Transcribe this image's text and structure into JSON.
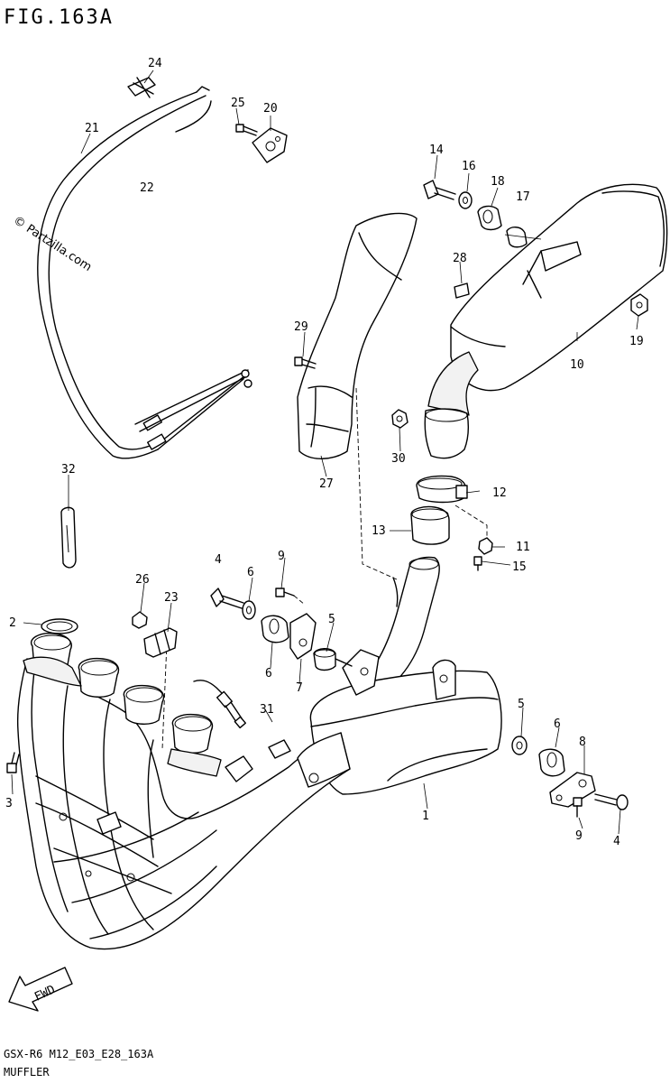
{
  "header": {
    "figure_title": "FIG.163A"
  },
  "watermark": {
    "text": "© Partzilla.com"
  },
  "footer": {
    "model_code": "GSX-R6 M12_E03_E28_163A",
    "section_name": "MUFFLER"
  },
  "callouts": {
    "c1": "1",
    "c2": "2",
    "c3": "3",
    "c4a": "4",
    "c4b": "4",
    "c5a": "5",
    "c5b": "5",
    "c6a": "6",
    "c6b": "6",
    "c6c": "6",
    "c7": "7",
    "c8": "8",
    "c9a": "9",
    "c9b": "9",
    "c10": "10",
    "c11": "11",
    "c12": "12",
    "c13": "13",
    "c14": "14",
    "c15": "15",
    "c16": "16",
    "c17": "17",
    "c18": "18",
    "c19": "19",
    "c20": "20",
    "c21": "21",
    "c22": "22",
    "c23": "23",
    "c24": "24",
    "c25": "25",
    "c26": "26",
    "c27": "27",
    "c28": "28",
    "c29": "29",
    "c30": "30",
    "c31": "31",
    "c32": "32"
  },
  "direction_badge": {
    "text": "FWD"
  }
}
